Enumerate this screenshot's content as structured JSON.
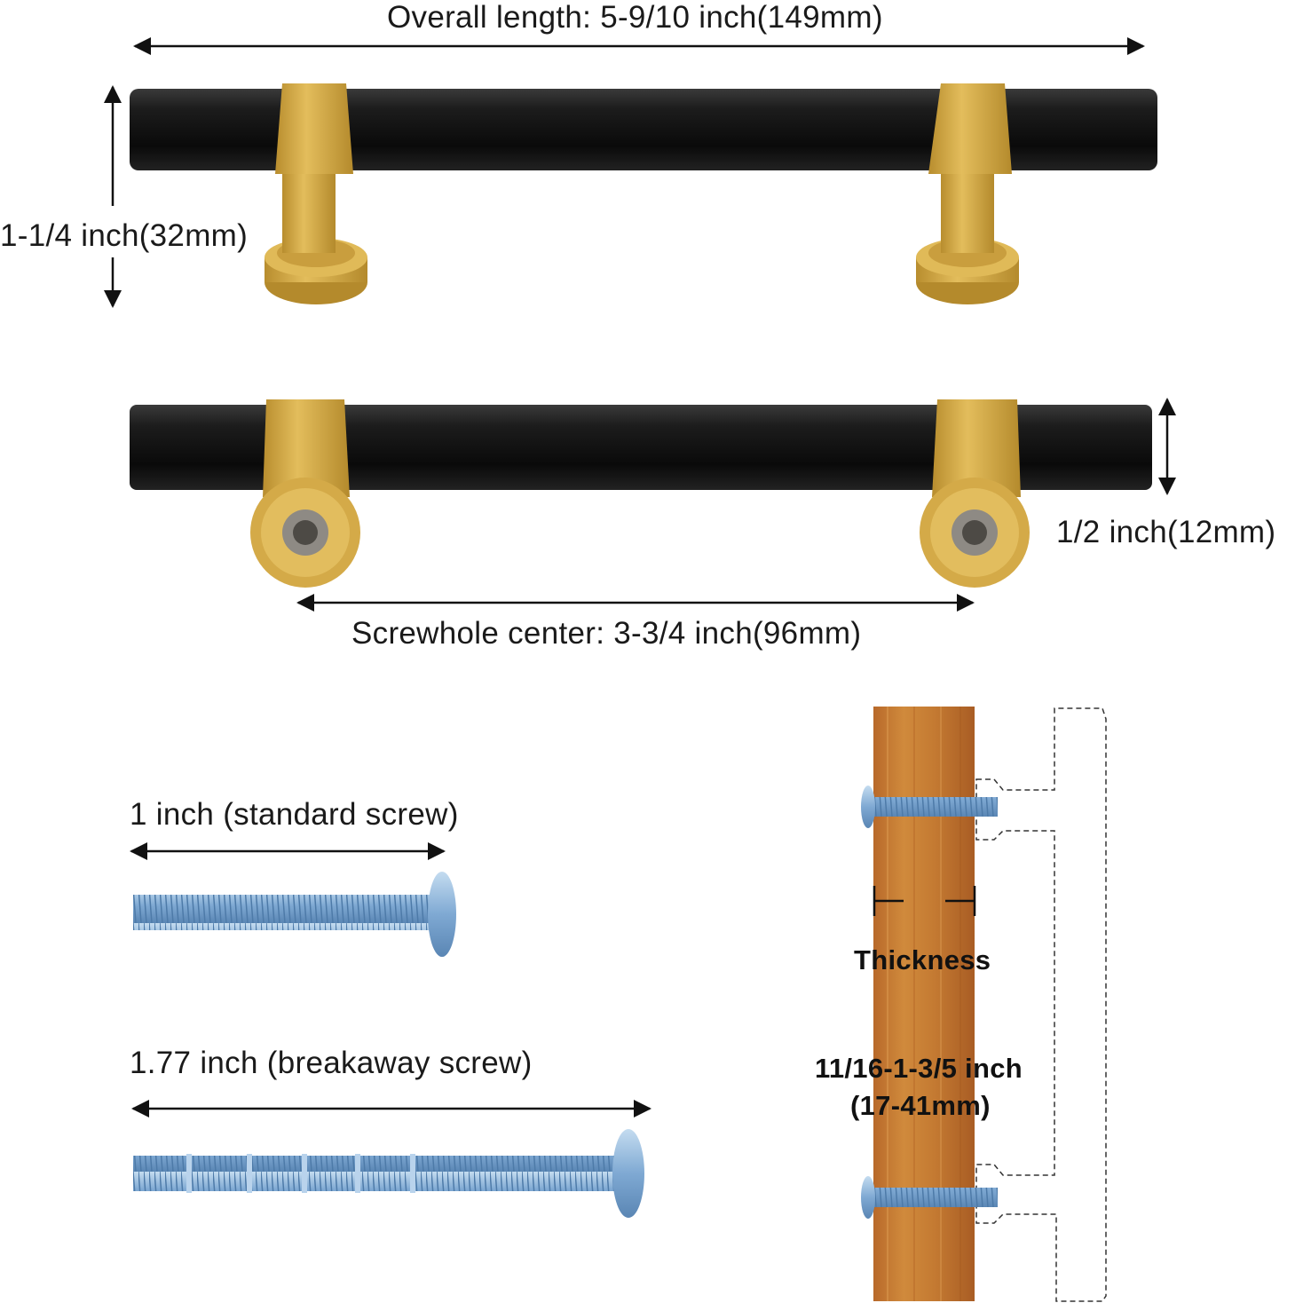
{
  "dimensions": {
    "overall_length": "Overall length: 5-9/10 inch(149mm)",
    "height": "1-1/4 inch(32mm)",
    "bar_diameter": "1/2 inch(12mm)",
    "screwhole_center": "Screwhole center: 3-3/4 inch(96mm)"
  },
  "screws": {
    "standard": "1 inch (standard screw)",
    "breakaway": "1.77 inch (breakaway screw)"
  },
  "install": {
    "thickness_label": "Thickness",
    "thickness_range_line1": "11/16-1-3/5 inch",
    "thickness_range_line2": "(17-41mm)"
  },
  "colors": {
    "bar": "#111111",
    "brass": "#d2a843",
    "wood": "#c6782f",
    "screw": "#8cb4dc"
  }
}
